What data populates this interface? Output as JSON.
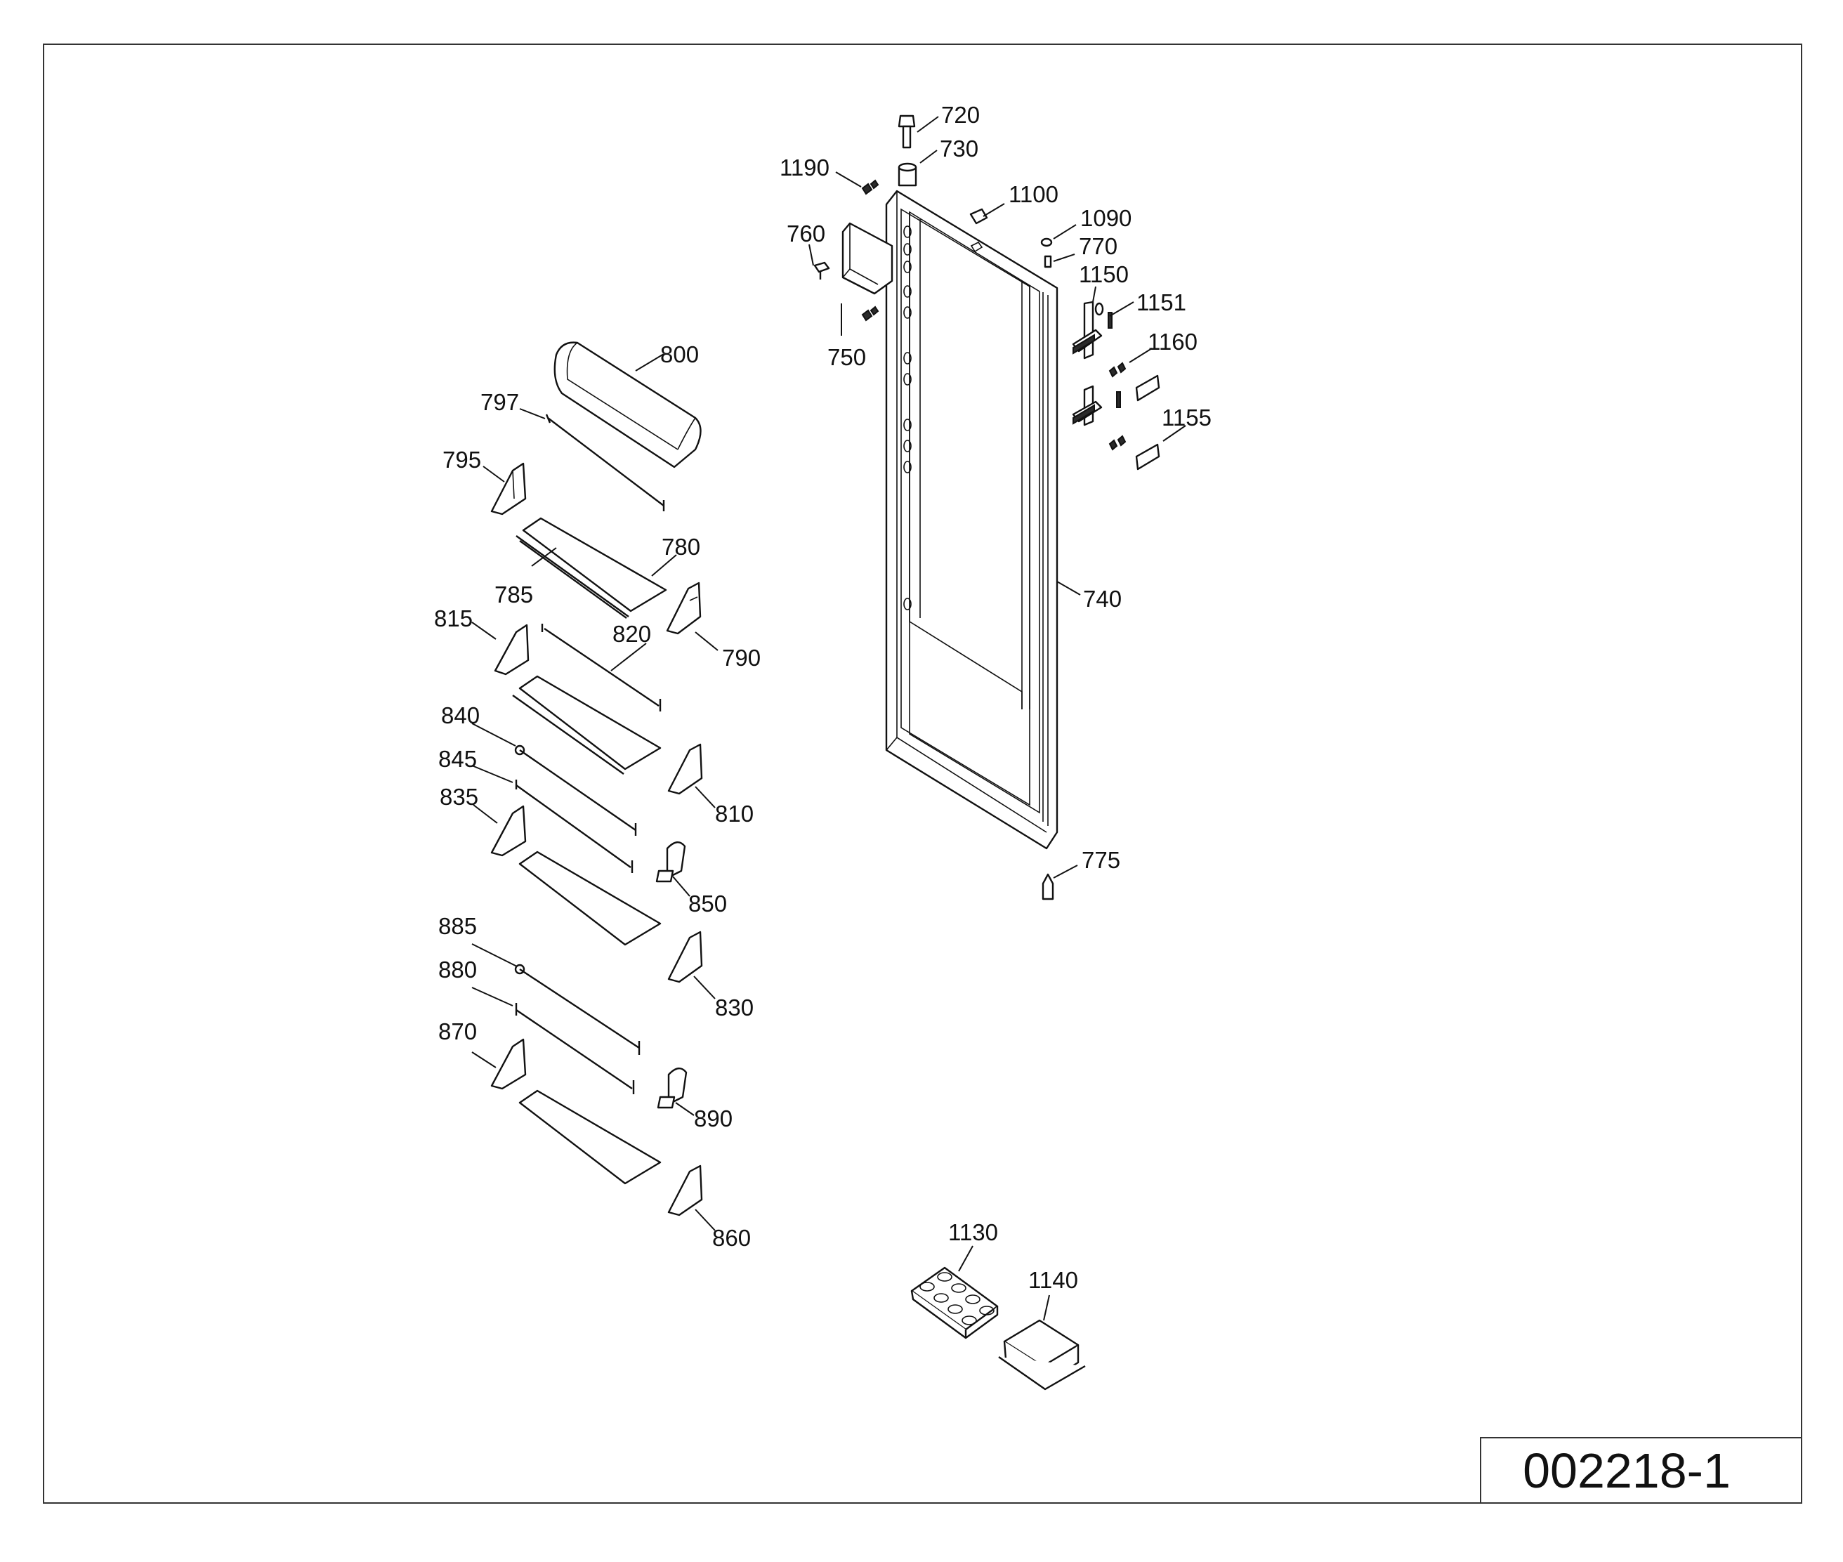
{
  "drawing": {
    "document_id": "002218-1"
  },
  "labels": [
    {
      "id": "p720",
      "text": "720"
    },
    {
      "id": "p730",
      "text": "730"
    },
    {
      "id": "p1190",
      "text": "1190"
    },
    {
      "id": "p1100",
      "text": "1100"
    },
    {
      "id": "p1090",
      "text": "1090"
    },
    {
      "id": "p760",
      "text": "760"
    },
    {
      "id": "p770",
      "text": "770"
    },
    {
      "id": "p1150",
      "text": "1150"
    },
    {
      "id": "p1151",
      "text": "1151"
    },
    {
      "id": "p750",
      "text": "750"
    },
    {
      "id": "p1160",
      "text": "1160"
    },
    {
      "id": "p800",
      "text": "800"
    },
    {
      "id": "p1155",
      "text": "1155"
    },
    {
      "id": "p797",
      "text": "797"
    },
    {
      "id": "p795",
      "text": "795"
    },
    {
      "id": "p780",
      "text": "780"
    },
    {
      "id": "p785",
      "text": "785"
    },
    {
      "id": "p740",
      "text": "740"
    },
    {
      "id": "p815",
      "text": "815"
    },
    {
      "id": "p820",
      "text": "820"
    },
    {
      "id": "p790",
      "text": "790"
    },
    {
      "id": "p840",
      "text": "840"
    },
    {
      "id": "p845",
      "text": "845"
    },
    {
      "id": "p810",
      "text": "810"
    },
    {
      "id": "p835",
      "text": "835"
    },
    {
      "id": "p775",
      "text": "775"
    },
    {
      "id": "p850",
      "text": "850"
    },
    {
      "id": "p885",
      "text": "885"
    },
    {
      "id": "p830",
      "text": "830"
    },
    {
      "id": "p880",
      "text": "880"
    },
    {
      "id": "p870",
      "text": "870"
    },
    {
      "id": "p890",
      "text": "890"
    },
    {
      "id": "p860",
      "text": "860"
    },
    {
      "id": "p1130",
      "text": "1130"
    },
    {
      "id": "p1140",
      "text": "1140"
    }
  ]
}
